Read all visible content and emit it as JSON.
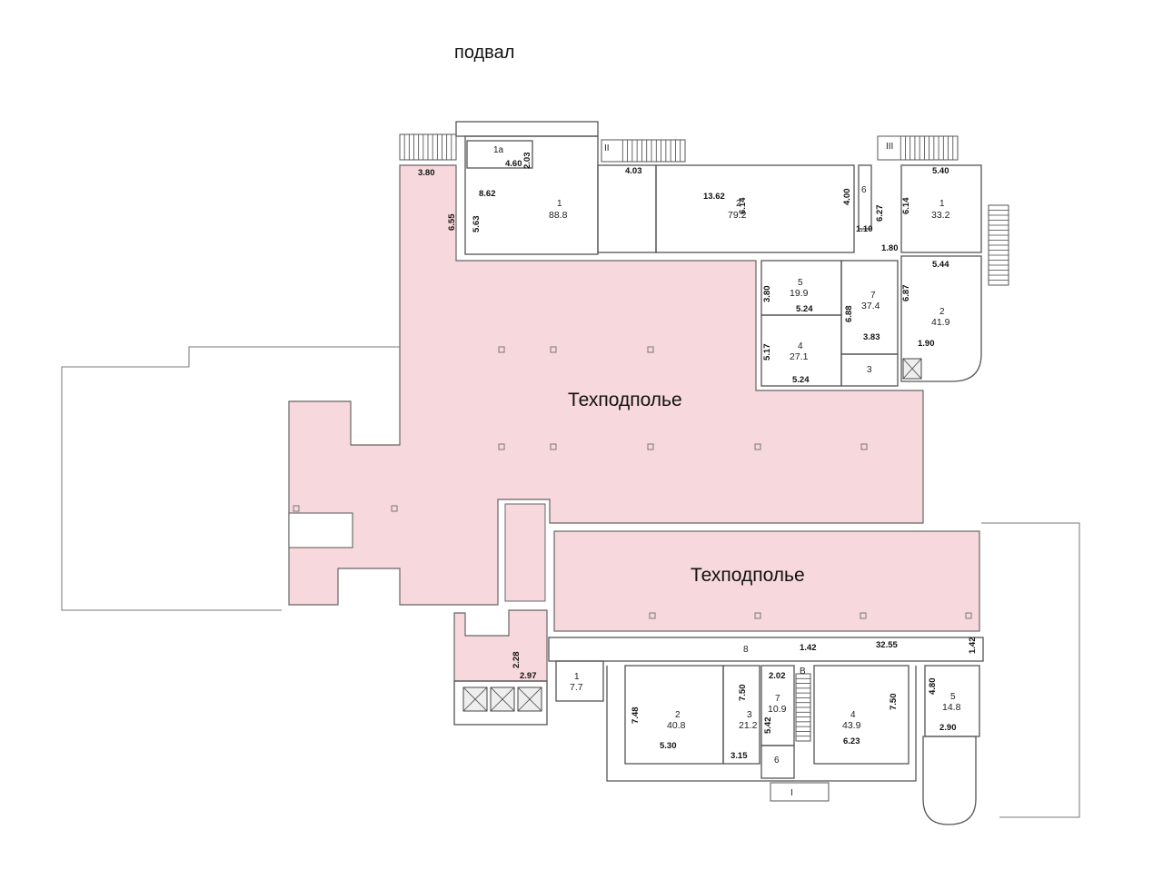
{
  "title": "подвал",
  "zones": {
    "tech_north": "Техподполье",
    "tech_south": "Техподполье"
  },
  "stair_labels": {
    "s2": "II",
    "s3": "III",
    "s1": "I",
    "sb": "В"
  },
  "rooms": {
    "n1a": {
      "num": "1а"
    },
    "n1": {
      "num": "1",
      "area": "88.8"
    },
    "n2": {
      "num": "2",
      "area": "79.2"
    },
    "n6": {
      "num": "6"
    },
    "e1": {
      "num": "1",
      "area": "33.2"
    },
    "m5": {
      "num": "5",
      "area": "19.9"
    },
    "m7": {
      "num": "7",
      "area": "37.4"
    },
    "e2": {
      "num": "2",
      "area": "41.9"
    },
    "m4": {
      "num": "4",
      "area": "27.1"
    },
    "m3": {
      "num": "3"
    },
    "s1": {
      "num": "1",
      "area": "7.7"
    },
    "s2": {
      "num": "2",
      "area": "40.8"
    },
    "s3": {
      "num": "3",
      "area": "21.2"
    },
    "s7": {
      "num": "7",
      "area": "10.9"
    },
    "s4": {
      "num": "4",
      "area": "43.9"
    },
    "s5": {
      "num": "5",
      "area": "14.8"
    },
    "s6": {
      "num": "6"
    },
    "s8": {
      "num": "8"
    }
  },
  "dims": {
    "d380": "3.80",
    "d655": "6.55",
    "d460": "4.60",
    "d203": "2.03",
    "d862": "8.62",
    "d563": "5.63",
    "d403": "4.03",
    "d1362": "13.62",
    "d614a": "6.14",
    "d400": "4.00",
    "d627": "6.27",
    "d110": "1.10",
    "d180": "1.80",
    "d540": "5.40",
    "d614b": "6.14",
    "d544": "5.44",
    "d380b": "3.80",
    "d524a": "5.24",
    "d688": "6.88",
    "d687": "6.87",
    "d383": "3.83",
    "d190": "1.90",
    "d517": "5.17",
    "d524b": "5.24",
    "d228": "2.28",
    "d297": "2.97",
    "d142a": "1.42",
    "d3255": "32.55",
    "d142b": "1.42",
    "d750a": "7.50",
    "d202": "2.02",
    "d750b": "7.50",
    "d480": "4.80",
    "d748": "7.48",
    "d542": "5.42",
    "d530": "5.30",
    "d315": "3.15",
    "d623": "6.23",
    "d290": "2.90"
  }
}
